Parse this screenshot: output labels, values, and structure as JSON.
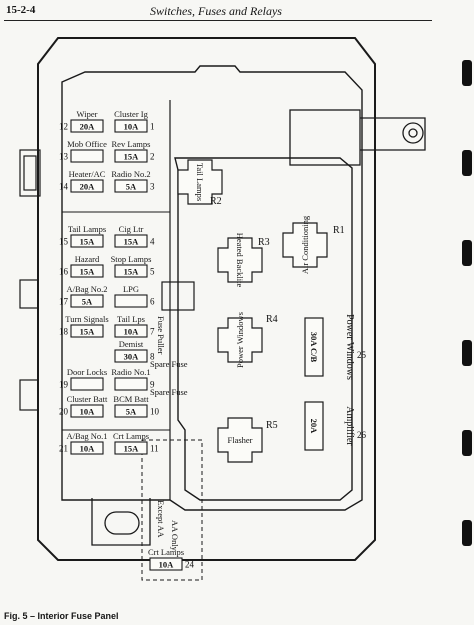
{
  "header": {
    "section": "15-2-4",
    "title": "Switches, Fuses and Relays"
  },
  "caption": "Fig. 5 – Interior Fuse Panel",
  "fuses": [
    {
      "num": "12",
      "label": "Wiper",
      "rating": "20A"
    },
    {
      "num": "1",
      "label": "Cluster Ig",
      "rating": "10A"
    },
    {
      "num": "13",
      "label": "Mob Office",
      "rating": ""
    },
    {
      "num": "2",
      "label": "Rev Lamps",
      "rating": "15A"
    },
    {
      "num": "14",
      "label": "Heater/AC",
      "rating": "20A"
    },
    {
      "num": "3",
      "label": "Radio No.2",
      "rating": "5A"
    },
    {
      "num": "15",
      "label": "Tail Lamps",
      "rating": "15A"
    },
    {
      "num": "4",
      "label": "Cig Ltr",
      "rating": "15A"
    },
    {
      "num": "16",
      "label": "Hazard",
      "rating": "15A"
    },
    {
      "num": "5",
      "label": "Stop Lamps",
      "rating": "15A"
    },
    {
      "num": "17",
      "label": "A/Bag No.2",
      "rating": "5A"
    },
    {
      "num": "6",
      "label": "LPG",
      "rating": ""
    },
    {
      "num": "18",
      "label": "Turn Signals",
      "rating": "15A"
    },
    {
      "num": "7",
      "label": "Tail Lps",
      "rating": "10A"
    },
    {
      "num": "8",
      "label": "Demist",
      "rating": "30A"
    },
    {
      "num": "19",
      "label": "Door Locks",
      "rating": ""
    },
    {
      "num": "9",
      "label": "Radio No.1",
      "rating": ""
    },
    {
      "num": "20",
      "label": "Cluster Batt",
      "rating": "10A"
    },
    {
      "num": "10",
      "label": "BCM Batt",
      "rating": "5A"
    },
    {
      "num": "21",
      "label": "A/Bag No.1",
      "rating": "10A"
    },
    {
      "num": "11",
      "label": "Crt Lamps",
      "rating": "15A"
    },
    {
      "num": "24",
      "label": "Crt Lamps",
      "rating": "10A"
    }
  ],
  "relays": [
    {
      "id": "R1",
      "label": "Air Conditioning"
    },
    {
      "id": "R2",
      "label": "Tail Lamps"
    },
    {
      "id": "R3",
      "label": "Heated Backlite"
    },
    {
      "id": "R4",
      "label": "Power Windows"
    },
    {
      "id": "R5",
      "label": "Flasher"
    }
  ],
  "breakers": [
    {
      "num": "25",
      "label": "Power Windows",
      "rating": "30A C/B"
    },
    {
      "num": "26",
      "label": "Amplifier",
      "rating": "20A"
    }
  ],
  "annotations": {
    "fuse_puller": "Fuse Puller",
    "spare_fuse_1": "Spare Fuse",
    "spare_fuse_2": "Spare Fuse",
    "except_aa": "Except AA",
    "aa_only": "AA Only"
  }
}
